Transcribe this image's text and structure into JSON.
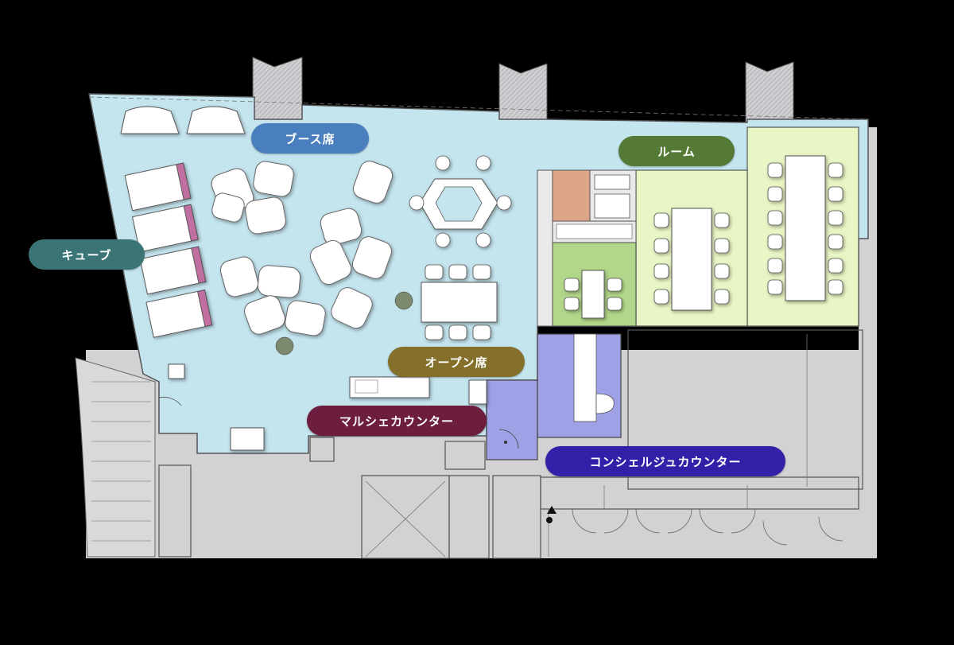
{
  "labels": {
    "booth": "ブース席",
    "cube": "キューブ",
    "room": "ルーム",
    "open": "オープン席",
    "marche": "マルシェカウンター",
    "concierge": "コンシェルジュカウンター"
  },
  "colors": {
    "background": "#000000",
    "floor": "#c4e4ee",
    "structure": "#d2d2d4",
    "room_light": "#e8f5c4",
    "room_mid": "#b3d78a",
    "orange_room": "#dca587",
    "concierge_area": "#9ea1e6",
    "cube_accent": "#c06fa0",
    "pill_booth": "#4a7fbf",
    "pill_cube": "#3a7474",
    "pill_room": "#557a35",
    "pill_open": "#84702a",
    "pill_marche": "#6d1d3d",
    "pill_concierge": "#3221a8"
  }
}
